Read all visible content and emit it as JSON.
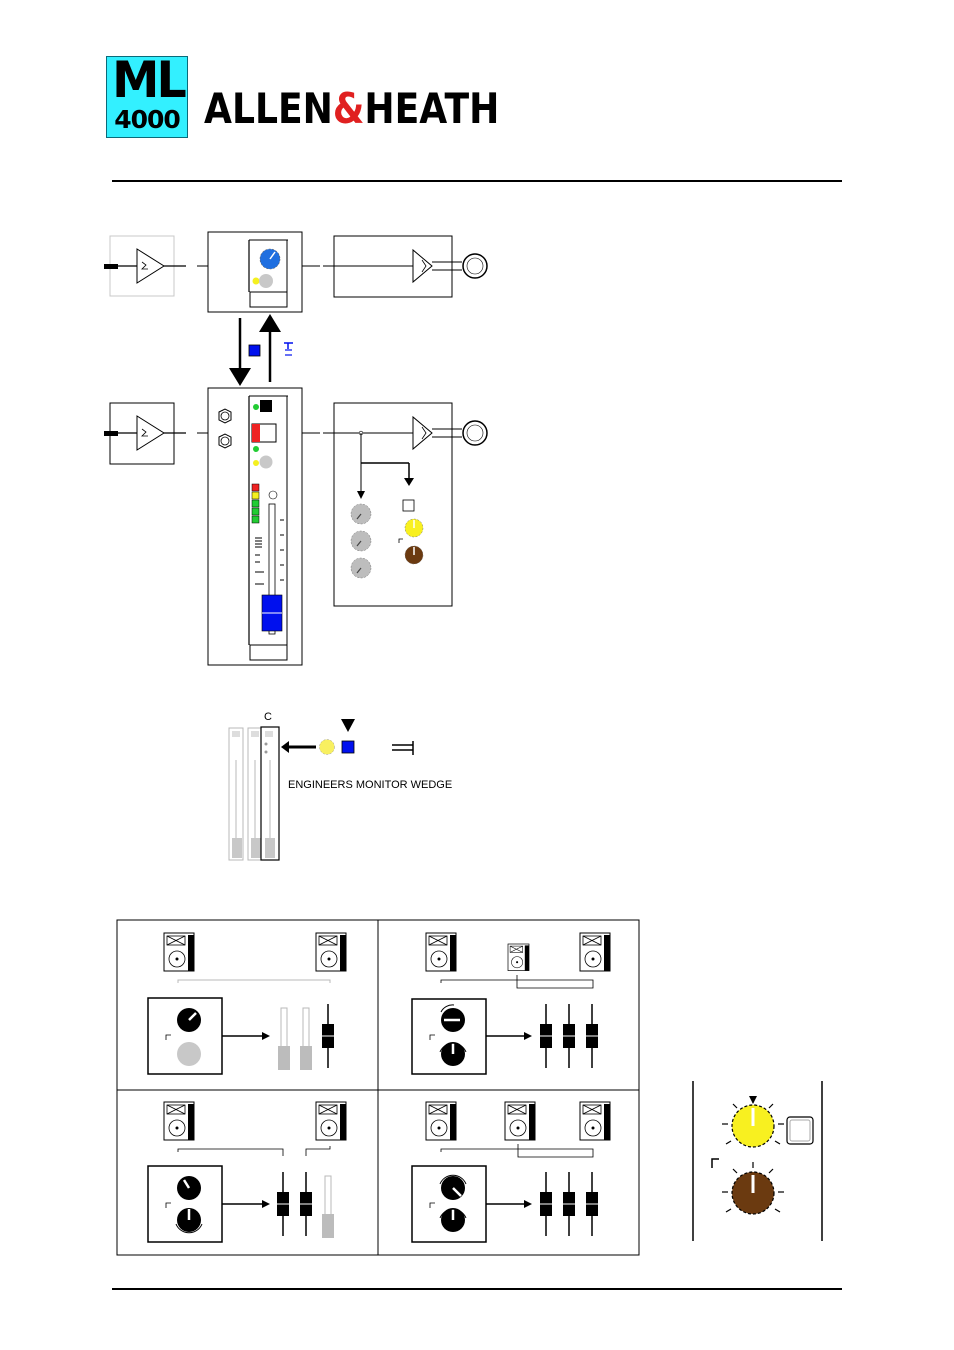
{
  "logo": {
    "model": "ML",
    "number": "4000",
    "brand_left": "ALLEN",
    "brand_amp": "&",
    "brand_right": "HEATH"
  },
  "wedge": {
    "column_label": "C",
    "caption": "ENGINEERS MONITOR WEDGE"
  },
  "colors": {
    "logo_bg": "#33f0ff",
    "brand_amp": "#e02020",
    "knob_blue": "#1f6fe0",
    "fader_blue": "#0010ee",
    "led_yellow": "#f4f020",
    "led_green": "#22cc33",
    "led_red": "#ee2222",
    "knob_brown": "#6b3a10",
    "knob_yellow": "#f8f020"
  },
  "icons": [
    "amplifier-icon",
    "xlr-connector-icon",
    "jack-socket-icon",
    "loudspeaker-icon",
    "rotary-knob-icon",
    "fader-icon",
    "arrow-icon"
  ]
}
